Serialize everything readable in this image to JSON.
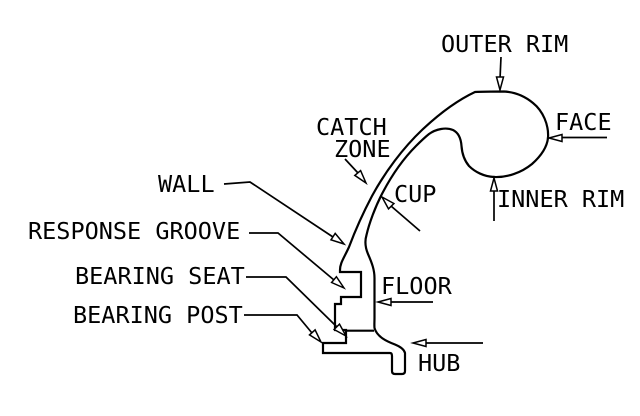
{
  "diagram": {
    "title": "yo-yo cross-section anatomy diagram",
    "background_color": "#ffffff",
    "line_color": "#000000",
    "text_color": "#000000",
    "labels": {
      "outer_rim": "OUTER RIM",
      "face": "FACE",
      "inner_rim": "INNER RIM",
      "catch_zone_line1": "CATCH",
      "catch_zone_line2": "ZONE",
      "cup": "CUP",
      "wall": "WALL",
      "response_groove": "RESPONSE GROOVE",
      "bearing_seat": "BEARING SEAT",
      "bearing_post": "BEARING POST",
      "floor": "FLOOR",
      "hub": "HUB"
    }
  }
}
